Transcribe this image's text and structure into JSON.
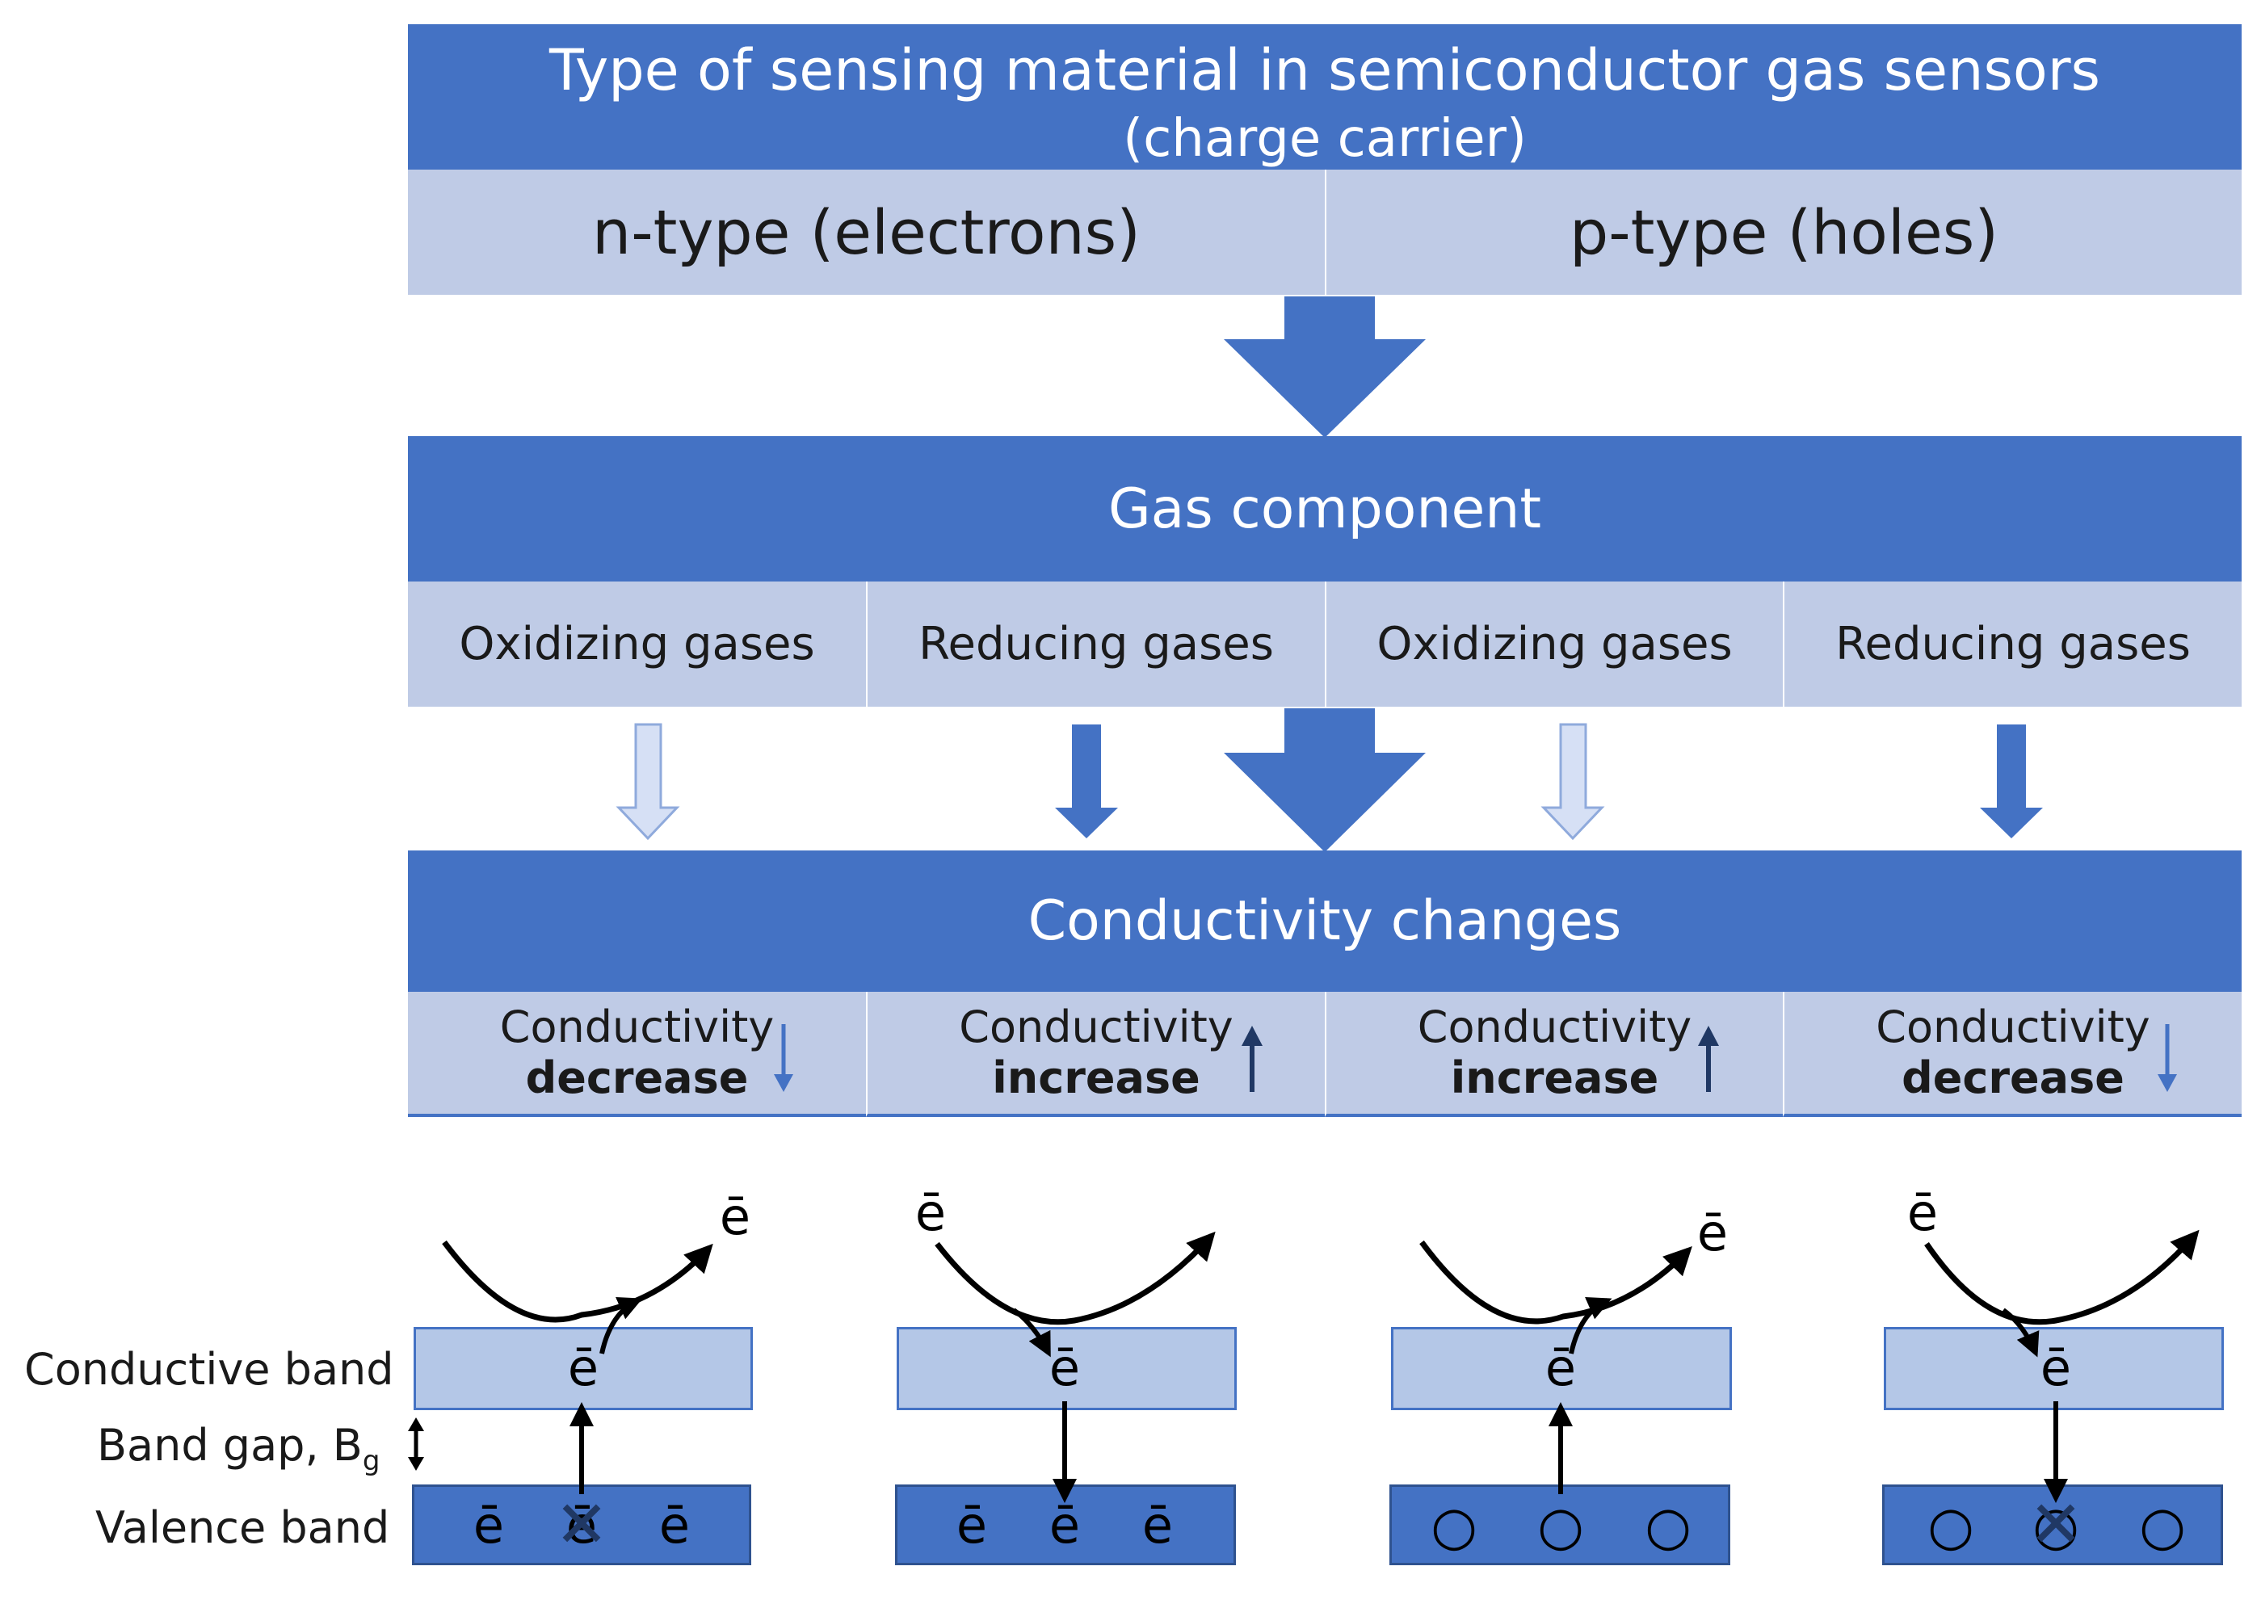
{
  "header": {
    "title_line1": "Type of sensing material in semiconductor gas sensors",
    "title_line2": "(charge carrier)"
  },
  "carriers": [
    "n-type (electrons)",
    "p-type (holes)"
  ],
  "gas_component": {
    "title": "Gas component",
    "items": [
      "Oxidizing gases",
      "Reducing gases",
      "Oxidizing gases",
      "Reducing gases"
    ]
  },
  "conductivity": {
    "title": "Conductivity changes",
    "items": [
      {
        "label": "Conductivity",
        "change": "decrease",
        "direction": "down"
      },
      {
        "label": "Conductivity",
        "change": "increase",
        "direction": "up"
      },
      {
        "label": "Conductivity",
        "change": "increase",
        "direction": "up"
      },
      {
        "label": "Conductivity",
        "change": "decrease",
        "direction": "down"
      }
    ]
  },
  "band_labels": {
    "conductive": "Conductive band",
    "gap": "Band gap, B",
    "gap_sub": "g",
    "valence": "Valence band"
  },
  "symbols": {
    "electron": "ē",
    "hole": "○",
    "removed": "✕"
  },
  "colors": {
    "header_blue": "#4472C4",
    "light_blue": "#BFCBE6",
    "band_light": "#B4C7E7",
    "arrow_light": "#D6E0F5",
    "arrow_dark_text": "#203864"
  }
}
